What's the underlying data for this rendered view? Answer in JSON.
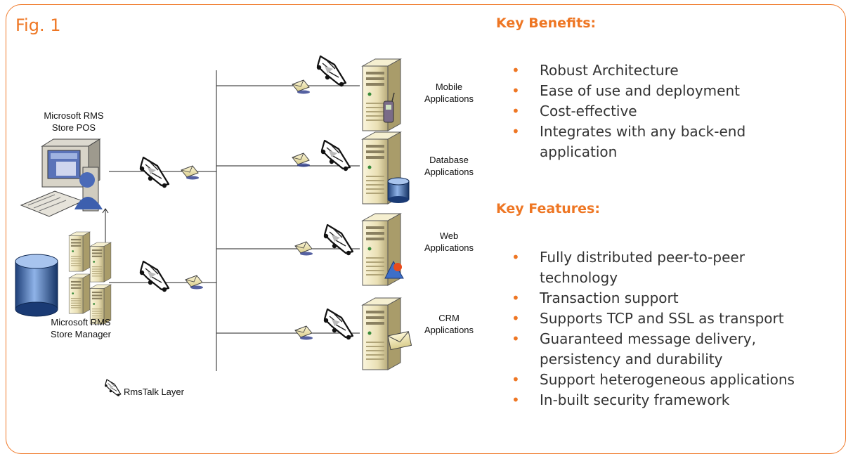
{
  "figure_label": "Fig. 1",
  "nodes": {
    "pos": [
      "Microsoft RMS",
      "Store POS"
    ],
    "store_manager": [
      "Microsoft RMS",
      "Store Manager"
    ],
    "mobile": [
      "Mobile",
      "Applications"
    ],
    "database": [
      "Database",
      "Applications"
    ],
    "web": [
      "Web",
      "Applications"
    ],
    "crm": [
      "CRM",
      "Applications"
    ]
  },
  "legend": {
    "label": "RmsTalk Layer",
    "icon": "rmstalk-layer-icon"
  },
  "benefits": {
    "title": "Key Benefits:",
    "items": [
      {
        "text": "Robust Architecture"
      },
      {
        "text": "Ease of use and deployment"
      },
      {
        "text": "Cost-effective"
      },
      {
        "text": "Integrates with any back-end application"
      }
    ]
  },
  "features": {
    "title": "Key Features:",
    "items": [
      {
        "text": "Fully distributed peer-to-peer technology"
      },
      {
        "text": "Transaction support"
      },
      {
        "text": "Supports TCP and SSL as transport"
      },
      {
        "text": "Guaranteed message delivery, persistency and durability"
      },
      {
        "text": "Support heterogeneous applications"
      },
      {
        "text": "In-built security framework"
      }
    ]
  },
  "colors": {
    "accent": "#ee7623",
    "border": "#f07a2a",
    "bullet_text": "#333333"
  }
}
